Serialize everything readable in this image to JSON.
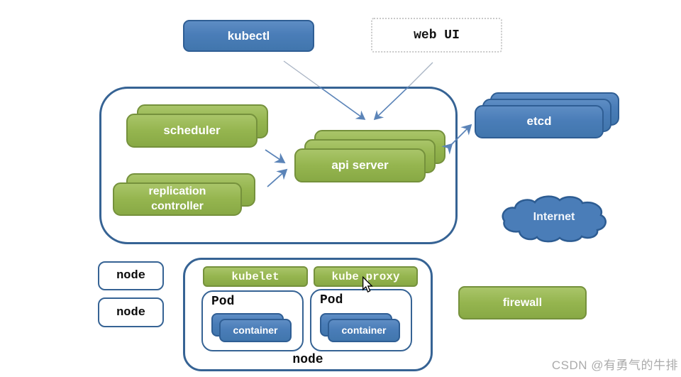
{
  "diagram": {
    "kubectl_label": "kubectl",
    "web_ui_label": "web UI",
    "master": {
      "scheduler_label": "scheduler",
      "replication_controller_label": "replication controller",
      "api_server_label": "api server"
    },
    "etcd_label": "etcd",
    "internet_label": "Internet",
    "firewall_label": "firewall",
    "node_left_top_label": "node",
    "node_left_bottom_label": "node",
    "worker": {
      "kubelet_label": "kubelet",
      "kube_proxy_label": "kube proxy",
      "pod1_label": "Pod",
      "pod1_container_label": "container",
      "pod2_label": "Pod",
      "pod2_container_label": "container",
      "node_label": "node"
    }
  },
  "watermark_text": "CSDN @有勇气的牛排",
  "colors": {
    "green_fill": "#95b54f",
    "green_border": "#75913c",
    "blue_fill": "#4a7db8",
    "blue_border": "#2f5e94",
    "outline_blue": "#366394",
    "arrow_blue": "#5b84b8",
    "arrow_gray": "#a9b4c4",
    "watermark_gray": "#ababab"
  }
}
